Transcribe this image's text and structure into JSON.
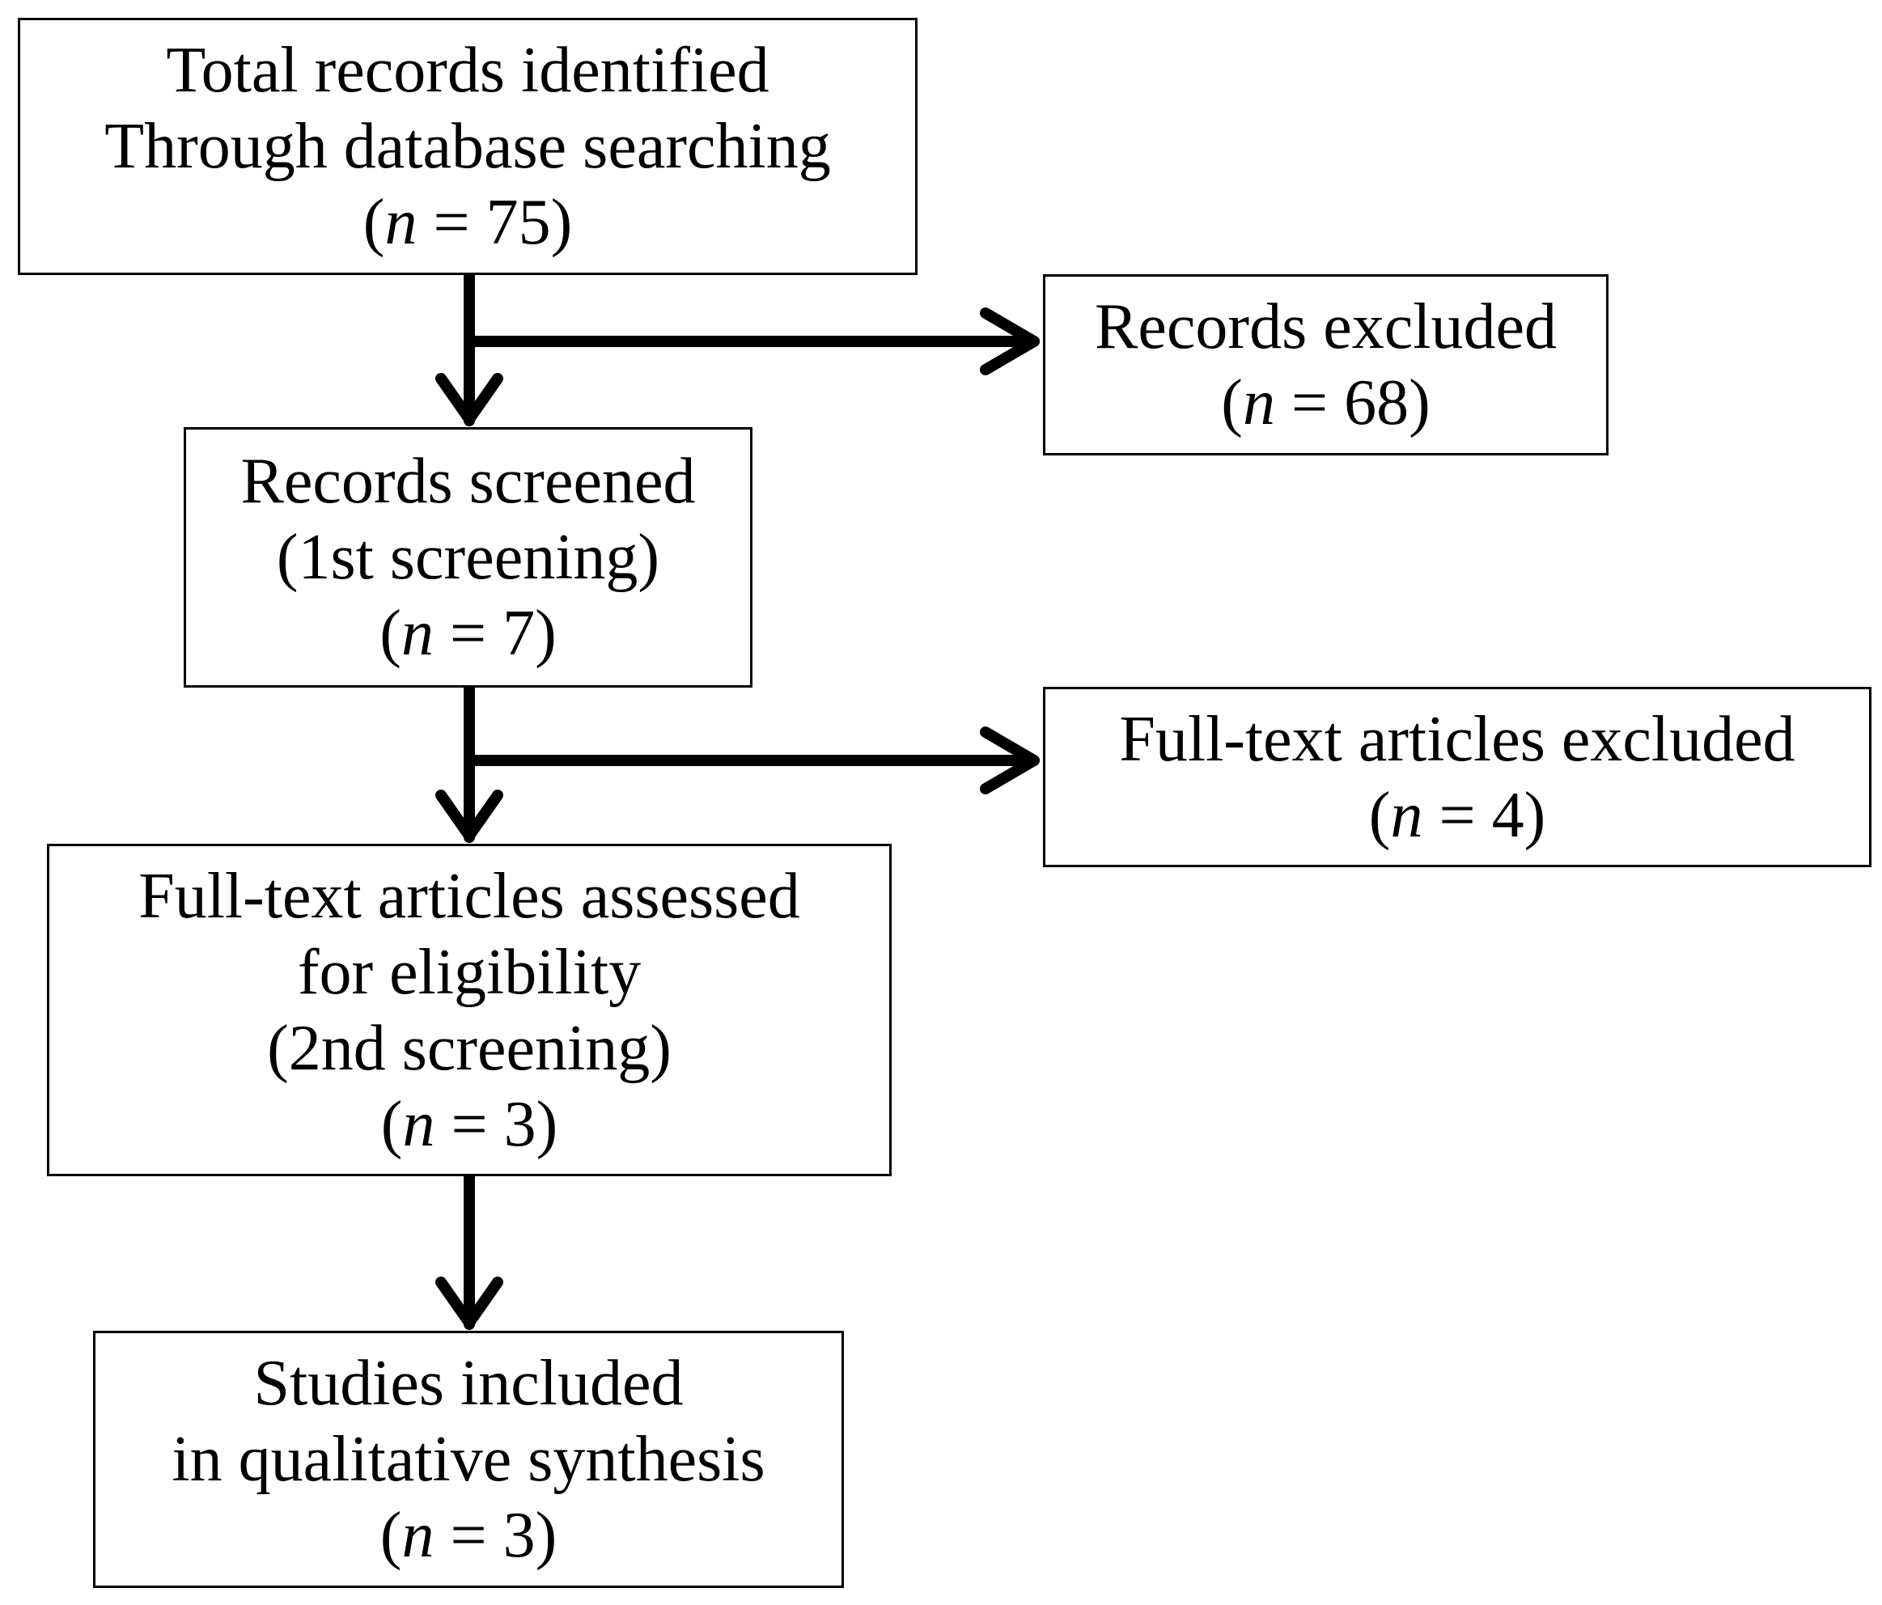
{
  "boxes": {
    "total": {
      "lines": [
        "Total records identified",
        "Through database searching"
      ],
      "count": "75"
    },
    "screened": {
      "lines": [
        "Records screened",
        "(1st screening)"
      ],
      "count": "7"
    },
    "fulltext": {
      "lines": [
        "Full-text articles assessed",
        "for eligibility",
        "(2nd screening)"
      ],
      "count": "3"
    },
    "included": {
      "lines": [
        "Studies included",
        "in qualitative synthesis"
      ],
      "count": "3"
    },
    "excluded_records": {
      "lines": [
        "Records excluded"
      ],
      "count": "68"
    },
    "excluded_fulltext": {
      "lines": [
        "Full-text articles excluded"
      ],
      "count": "4"
    }
  },
  "count_prefix": "(",
  "count_symbol": "n",
  "count_equals": " = ",
  "count_suffix": ")",
  "colors": {
    "stroke": "#000000",
    "background": "#ffffff"
  }
}
